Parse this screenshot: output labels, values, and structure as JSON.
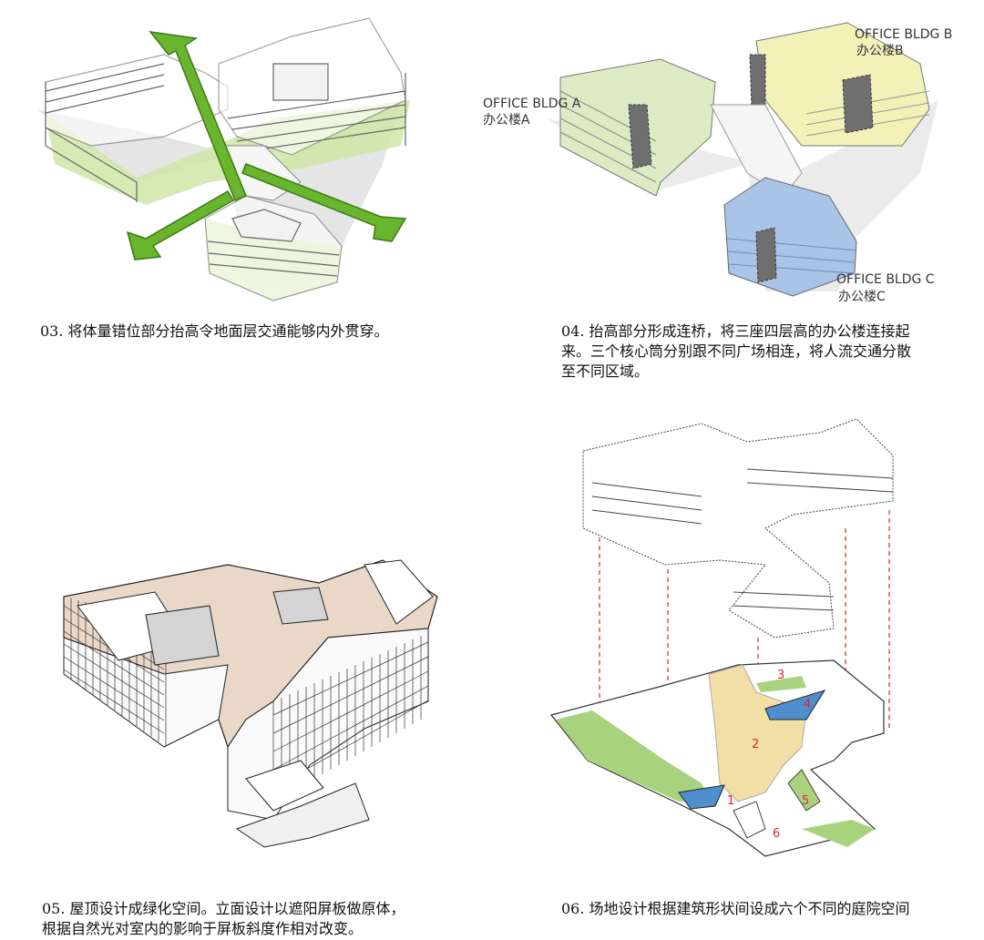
{
  "panels": {
    "p03": {
      "caption": "03. 将体量错位部分抬高令地面层交通能够内外贯穿。"
    },
    "p04": {
      "caption_line1": "04. 抬高部分形成连桥，将三座四层高的办公楼连接起",
      "caption_line2": "来。三个核心筒分别跟不同广场相连，将人流交通分散",
      "caption_line3": "至不同区域。",
      "labels": {
        "a_en": "OFFICE BLDG A",
        "a_cn": "办公楼A",
        "b_en": "OFFICE BLDG B",
        "b_cn": "办公楼B",
        "c_en": "OFFICE BLDG C",
        "c_cn": "办公楼C"
      },
      "colors": {
        "a": "#dcebc4",
        "b": "#f3f1b8",
        "c": "#a9c4e6",
        "core": "#6f6f6f"
      }
    },
    "p05": {
      "caption_line1": "05. 屋顶设计成绿化空间。立面设计以遮阳屏板做原体，",
      "caption_line2": "根据自然光对室内的影响于屏板斜度作相对改变。",
      "colors": {
        "roof": "#e9d8c8"
      }
    },
    "p06": {
      "caption": "06. 场地设计根据建筑形状间设成六个不同的庭院空间",
      "courtyards": [
        "1",
        "2",
        "3",
        "4",
        "5",
        "6"
      ],
      "colors": {
        "plaza": "#f2dfa6",
        "green": "#a8d27e",
        "water": "#4f8fd0",
        "dash": "#e0262a"
      }
    }
  },
  "colors": {
    "arrow": "#6ab52e",
    "band": "#cfe6a6"
  }
}
